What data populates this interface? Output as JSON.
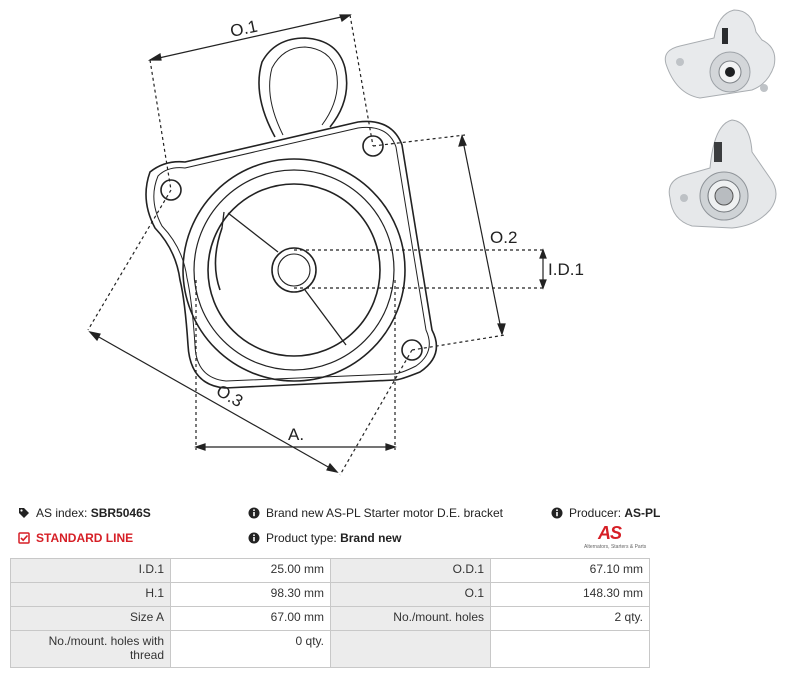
{
  "drawing": {
    "labels": {
      "o1": "O.1",
      "o2": "O.2",
      "o3": "O.3",
      "id1": "I.D.1",
      "a": "A."
    }
  },
  "info": {
    "as_index_label": "AS index:",
    "as_index_value": "SBR5046S",
    "standard_line": "STANDARD LINE",
    "description": "Brand new AS-PL Starter motor D.E. bracket",
    "product_type_label": "Product type:",
    "product_type_value": "Brand new",
    "producer_label": "Producer:",
    "producer_value": "AS-PL",
    "logo_brand": "AS",
    "logo_tagline": "Alternators, Starters & Parts"
  },
  "specs": [
    {
      "l1": "I.D.1",
      "v1": "25.00 mm",
      "l2": "O.D.1",
      "v2": "67.10 mm"
    },
    {
      "l1": "H.1",
      "v1": "98.30 mm",
      "l2": "O.1",
      "v2": "148.30 mm"
    },
    {
      "l1": "Size A",
      "v1": "67.00 mm",
      "l2": "No./mount. holes",
      "v2": "2 qty."
    },
    {
      "l1": "No./mount. holes with thread",
      "v1": "0 qty.",
      "l2": "",
      "v2": ""
    }
  ],
  "colors": {
    "accent_red": "#d61f26",
    "table_label_bg": "#ececec",
    "line": "#222222"
  },
  "icons": {
    "tag": "tag-icon",
    "check": "check-square-icon",
    "info": "info-circle-icon"
  }
}
